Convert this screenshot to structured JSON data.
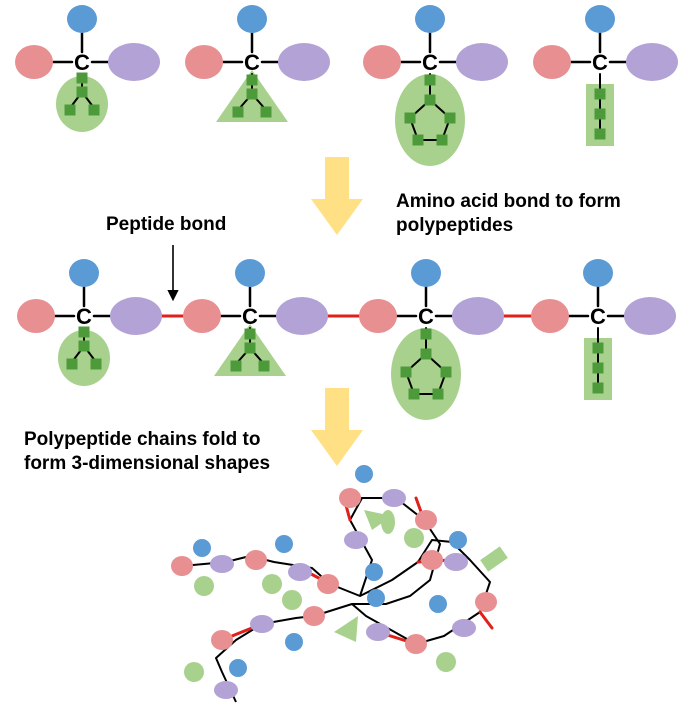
{
  "labels": {
    "step1": "Amino acid bond to form polypeptides",
    "step1_line1": "Amino acid bond to form",
    "step1_line2": "polypeptides",
    "peptide_bond": "Peptide bond",
    "step2_line1": "Polypeptide chains fold to",
    "step2_line2": "form 3-dimensional shapes",
    "carbon": "C"
  },
  "colors": {
    "amino_group": "#e88f92",
    "carboxyl_group": "#b3a2d6",
    "hydrogen": "#5b9bd5",
    "side_chain_bg": "#a9d18e",
    "side_chain_node": "#4c9a3a",
    "peptide_bond": "#e0201b",
    "arrow": "#ffe084",
    "line": "#000000"
  },
  "side_chain_shapes": [
    "branched-circle",
    "branched-triangle",
    "pentagon-ring",
    "linear-rectangle"
  ]
}
